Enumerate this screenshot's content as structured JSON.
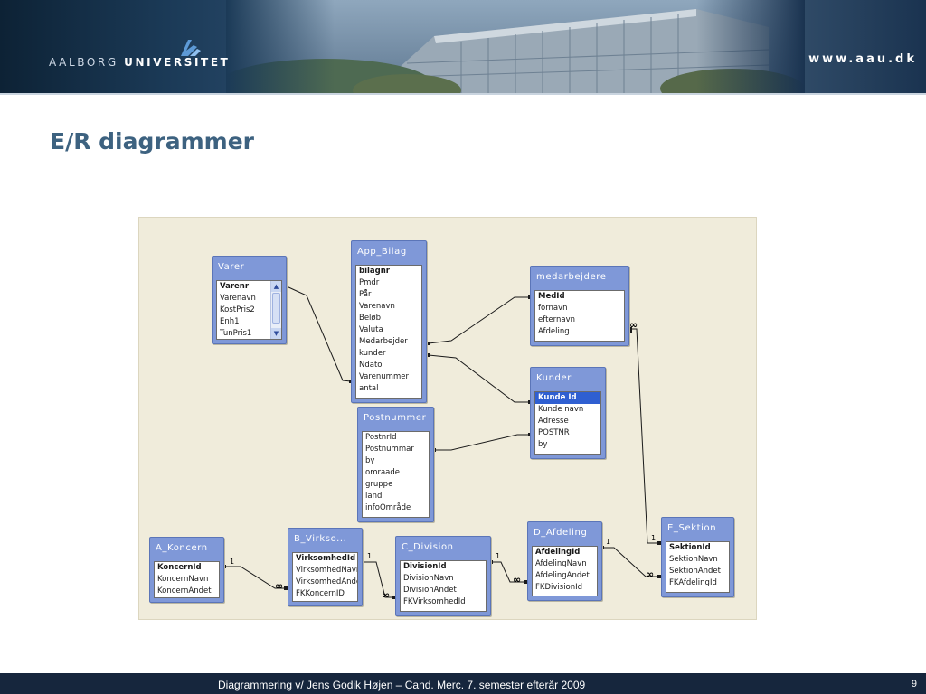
{
  "header": {
    "logo_part1": "AALBORG",
    "logo_part2": "UNIVERSITET",
    "url": "www.aau.dk"
  },
  "title": "E/R diagrammer",
  "tables": {
    "varer": {
      "name": "Varer",
      "fields": [
        "Varenr",
        "Varenavn",
        "KostPris2",
        "Enh1",
        "TunPris1"
      ]
    },
    "app_bilag": {
      "name": "App_Bilag",
      "fields": [
        "bilagnr",
        "Pmdr",
        "På̊r",
        "Varenavn",
        "Beløb",
        "Valuta",
        "Medarbejder",
        "kunder",
        "Ndato",
        "Varenummer",
        "antal"
      ]
    },
    "medarbejdere": {
      "name": "medarbejdere",
      "fields": [
        "MedId",
        "fornavn",
        "efternavn",
        "Afdeling"
      ]
    },
    "kunder": {
      "name": "Kunder",
      "fields": [
        "Kunde Id",
        "Kunde navn",
        "Adresse",
        "POSTNR",
        "by"
      ]
    },
    "postnummer": {
      "name": "Postnummer",
      "fields": [
        "PostnrId",
        "Postnummar",
        "by",
        "omraade",
        "gruppe",
        "land",
        "infoOmråde"
      ]
    },
    "a_koncern": {
      "name": "A_Koncern",
      "fields": [
        "KoncernId",
        "KoncernNavn",
        "KoncernAndet"
      ]
    },
    "b_virksomhed": {
      "name": "B_Virkso...",
      "fields": [
        "VirksomhedId",
        "VirksomhedNavn",
        "VirksomhedAndet",
        "FKKoncernID"
      ]
    },
    "c_division": {
      "name": "C_Division",
      "fields": [
        "DivisionId",
        "DivisionNavn",
        "DivisionAndet",
        "FKVirksomhedId"
      ]
    },
    "d_afdeling": {
      "name": "D_Afdeling",
      "fields": [
        "AfdelingId",
        "AfdelingNavn",
        "AfdelingAndet",
        "FKDivisionId"
      ]
    },
    "e_sektion": {
      "name": "E_Sektion",
      "fields": [
        "SektionId",
        "SektionNavn",
        "SektionAndet",
        "FKAfdelingId"
      ]
    }
  },
  "cardinality": {
    "one": "1",
    "many": "∞"
  },
  "footer": {
    "text": "Diagrammering v/ Jens Godik Højen – Cand. Merc. 7. semester efterår 2009",
    "page": "9"
  }
}
